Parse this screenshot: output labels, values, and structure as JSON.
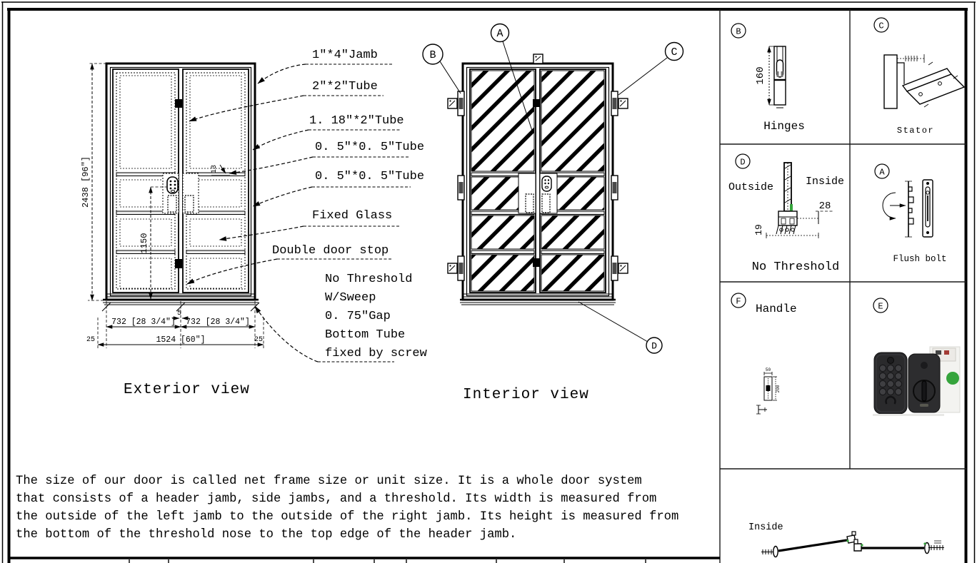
{
  "colors": {
    "line": "#000000",
    "accent_green": "#35a43c",
    "table_gray": "#8c8c8c",
    "photo_dark": "#2a2a2c"
  },
  "exterior_view": {
    "title": "Exterior view",
    "callout_labels": [
      "1″*4″Jamb",
      "2″*2″Tube",
      "1. 18″*2″Tube",
      "0. 5″*0. 5″Tube",
      "0. 5″*0. 5″Tube",
      "Fixed Glass",
      "Double door stop"
    ],
    "note_lines": [
      "No Threshold",
      "W/Sweep",
      "0. 75″Gap",
      "Bottom Tube",
      "fixed by screw"
    ],
    "dim_height": "2438 [96″]",
    "dim_lock_height": "1150",
    "dim_leaf_left": "732 [28 3/4″]",
    "dim_leaf_right": "732 [28 3/4″]",
    "dim_total_width": "1524 [60″]",
    "dim_jamb_left": "25",
    "dim_jamb_right": "25",
    "dim_gap": "5",
    "dim_rail": "13"
  },
  "interior_view": {
    "title": "Interior view",
    "callout_a": "A",
    "callout_b": "B",
    "callout_c": "C",
    "callout_d": "D"
  },
  "details": {
    "hinges": {
      "tag": "B",
      "label": "Hinges",
      "dim": "160"
    },
    "stator": {
      "tag": "C",
      "label": "Stator"
    },
    "threshold": {
      "tag": "D",
      "label": "No Threshold",
      "outside": "Outside",
      "inside": "Inside",
      "dim_a": "28",
      "dim_b": "19"
    },
    "flush_bolt": {
      "tag": "A",
      "label": "Flush bolt"
    },
    "handle": {
      "tag": "F",
      "label": "Handle",
      "dim_a": "50",
      "dim_b": "200"
    },
    "lock_photo": {
      "tag": "E"
    },
    "sweep": {
      "label": "Inside"
    }
  },
  "description": {
    "lines": [
      "The size of our door is called net frame size or unit size. It is a whole door system",
      "that consists of a header jamb, side jambs, and a threshold. Its width is measured from",
      "the outside of the left jamb to the outside of the right jamb. Its height is measured from",
      "the bottom of the threshold nose to the top edge of the header jamb."
    ]
  }
}
